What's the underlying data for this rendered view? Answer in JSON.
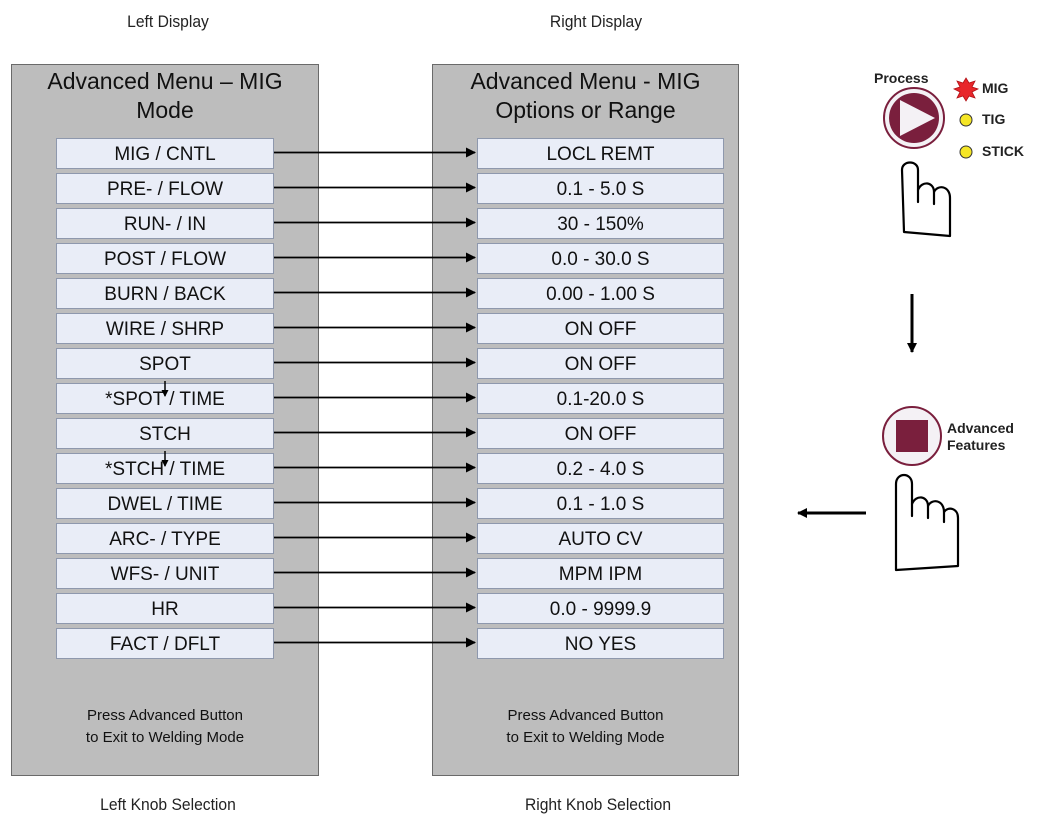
{
  "captions": {
    "left_top": "Left Display",
    "right_top": "Right Display",
    "left_bottom": "Left Knob Selection",
    "right_bottom": "Right Knob Selection"
  },
  "left_panel": {
    "title_line1": "Advanced Menu – MIG",
    "title_line2": "Mode",
    "items": [
      "MIG / CNTL",
      "PRE- / FLOW",
      "RUN- / IN",
      "POST / FLOW",
      "BURN / BACK",
      "WIRE / SHRP",
      "SPOT",
      "*SPOT / TIME",
      "STCH",
      "*STCH / TIME",
      "DWEL / TIME",
      "ARC- / TYPE",
      "WFS- / UNIT",
      "HR",
      "FACT / DFLT"
    ],
    "footer_line1": "Press Advanced Button",
    "footer_line2": "to Exit to Welding Mode"
  },
  "right_panel": {
    "title_line1": "Advanced Menu - MIG",
    "title_line2": "Options or Range",
    "items": [
      "LOCL  REMT",
      "0.1 - 5.0  S",
      "30 - 150%",
      "0.0 - 30.0  S",
      "0.00 - 1.00  S",
      "ON   OFF",
      "ON   OFF",
      "0.1-20.0 S",
      "ON   OFF",
      "0.2 - 4.0  S",
      "0.1 - 1.0  S",
      "AUTO   CV",
      "MPM   IPM",
      "0.0 - 9999.9",
      "NO   YES"
    ],
    "footer_line1": "Press Advanced Button",
    "footer_line2": "to Exit to Welding Mode"
  },
  "controls": {
    "process_label": "Process",
    "modes": [
      {
        "label": "MIG",
        "active": true
      },
      {
        "label": "TIG",
        "active": false
      },
      {
        "label": "STICK",
        "active": false
      }
    ],
    "advanced_label_line1": "Advanced",
    "advanced_label_line2": "Features"
  },
  "colors": {
    "panel": "#bdbdbd",
    "item": "#e9edf7",
    "button_fill": "#7a1f3d",
    "button_ring": "#f4f1f5",
    "led_active": "#e8262b",
    "led_inactive": "#f5e626"
  }
}
